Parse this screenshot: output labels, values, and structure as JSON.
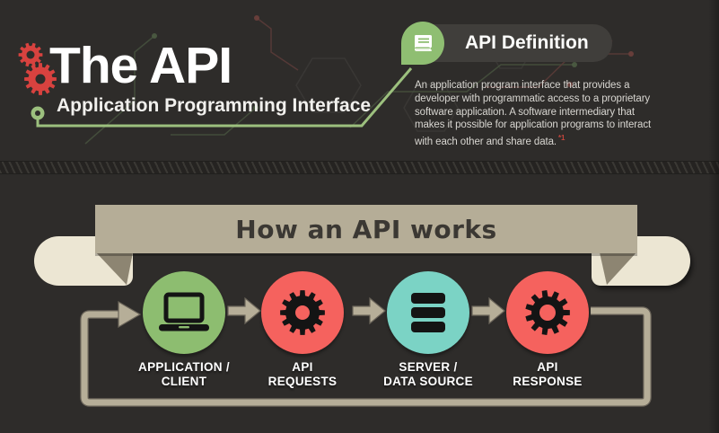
{
  "header": {
    "title": "The API",
    "subtitle": "Application Programming Interface",
    "definition": {
      "badge_label": "API Definition",
      "lines": [
        "An application program interface that provides a",
        "developer with programmatic access to a proprietary",
        "software application. A software intermediary that",
        "makes it possible for application programs to interact",
        "with each other and share data."
      ],
      "footnote": "*1"
    }
  },
  "diagram": {
    "banner_title": "How an API works",
    "steps": [
      {
        "line1": "APPLICATION /",
        "line2": "CLIENT",
        "icon": "laptop-icon",
        "color": "#8dbd70"
      },
      {
        "line1": "API",
        "line2": "REQUESTS",
        "icon": "gear-icon",
        "color": "#f5625e"
      },
      {
        "line1": "SERVER /",
        "line2": "DATA SOURCE",
        "icon": "server-icon",
        "color": "#7bd3c5"
      },
      {
        "line1": "API",
        "line2": "RESPONSE",
        "icon": "gear-icon",
        "color": "#f5625e"
      }
    ]
  },
  "colors": {
    "background": "#2e2c2a",
    "accent_red": "#d8423f",
    "accent_green": "#8fbe72",
    "line_green": "#9cc07e",
    "banner_tan": "#b5ad97",
    "ribbon_cream": "#ece6d3",
    "ribbon_fold": "#8d8572",
    "flow_line": "#b6ae98",
    "node_green": "#8dbd70",
    "node_red": "#f5625e",
    "node_teal": "#7bd3c5",
    "footnote_red": "#c2453c"
  }
}
